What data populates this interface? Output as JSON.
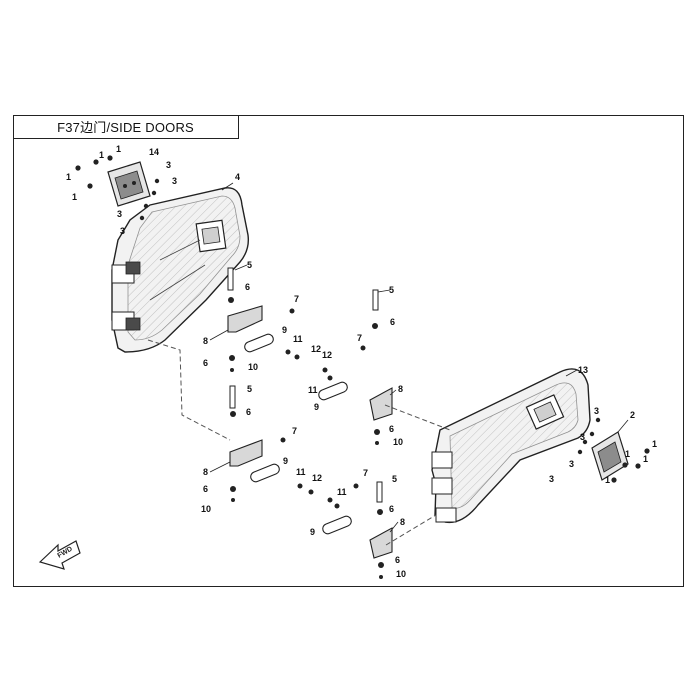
{
  "title": "F37边门/SIDE DOORS",
  "fwd_label": "FWD",
  "callouts": {
    "c1": "1",
    "c2": "2",
    "c3": "3",
    "c4": "4",
    "c5": "5",
    "c6": "6",
    "c7": "7",
    "c8": "8",
    "c9": "9",
    "c10": "10",
    "c11": "11",
    "c12": "12",
    "c13": "13",
    "c14": "14"
  },
  "colors": {
    "line": "#222222",
    "shade": "#bdbdbd",
    "dark": "#4a4a4a"
  }
}
